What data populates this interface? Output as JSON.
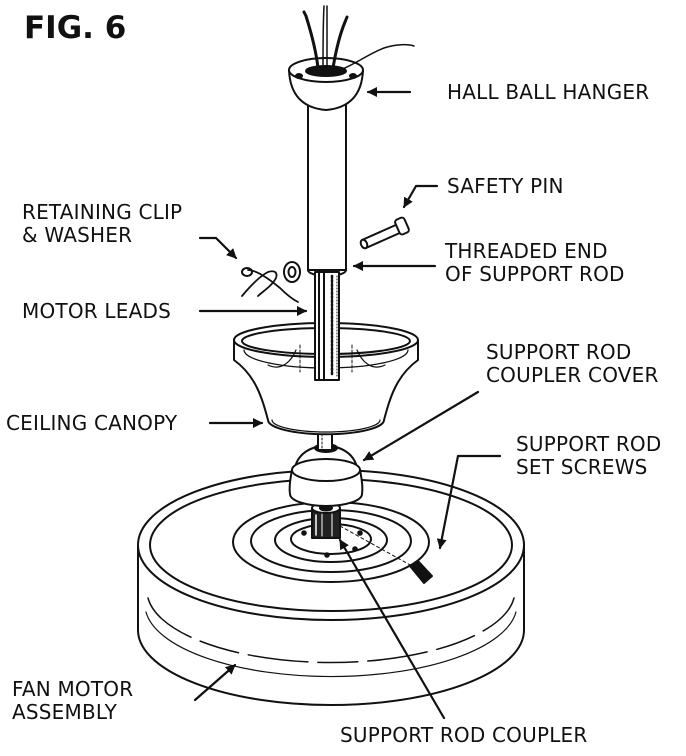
{
  "figure": {
    "title": "FIG. 6",
    "labels": {
      "hall_ball_hanger": "HALL BALL HANGER",
      "safety_pin": "SAFETY PIN",
      "retaining_clip_1": "RETAINING CLIP",
      "retaining_clip_2": "& WASHER",
      "threaded_end_1": "THREADED END",
      "threaded_end_2": "OF SUPPORT ROD",
      "motor_leads": "MOTOR LEADS",
      "coupler_cover_1": "SUPPORT ROD",
      "coupler_cover_2": "COUPLER COVER",
      "ceiling_canopy": "CEILING CANOPY",
      "set_screws_1": "SUPPORT ROD",
      "set_screws_2": "SET SCREWS",
      "fan_motor_1": "FAN MOTOR",
      "fan_motor_2": "ASSEMBLY",
      "rod_coupler": "SUPPORT ROD COUPLER"
    }
  }
}
